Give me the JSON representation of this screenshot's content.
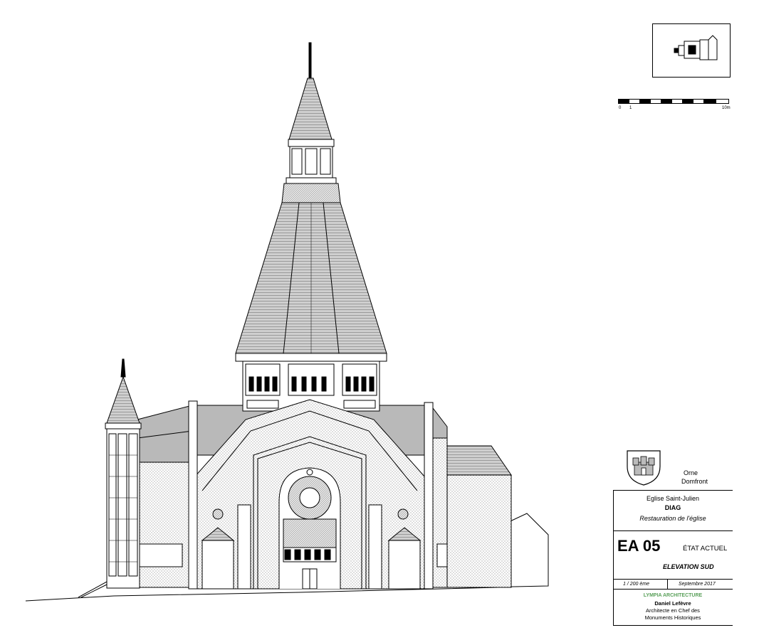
{
  "scale_bar": {
    "label_start": "0",
    "label_one": "1",
    "label_end": "10m"
  },
  "cartouche": {
    "region": "Orne",
    "town": "Domfront",
    "building": "Eglise Saint-Julien",
    "phase": "DIAG",
    "project": "Restauration de l'église",
    "sheet_code": "EA 05",
    "sheet_status": "ÉTAT ACTUEL",
    "sheet_title": "ELEVATION SUD",
    "scale": "1 / 200 ème",
    "date": "Septembre 2017",
    "firm": "LYMPIA ARCHITECTURE",
    "architect": "Daniel Lefèvre",
    "role_line1": "Architecte en Chef des",
    "role_line2": "Monuments Historiques"
  },
  "colors": {
    "line": "#000000",
    "roof_fill": "#b9b9b9",
    "hatch": "#8a8a8a",
    "firm_green": "#5aa05a"
  },
  "icons": {
    "keyplan": "church-plan-icon",
    "crest": "castle-crest-icon"
  }
}
